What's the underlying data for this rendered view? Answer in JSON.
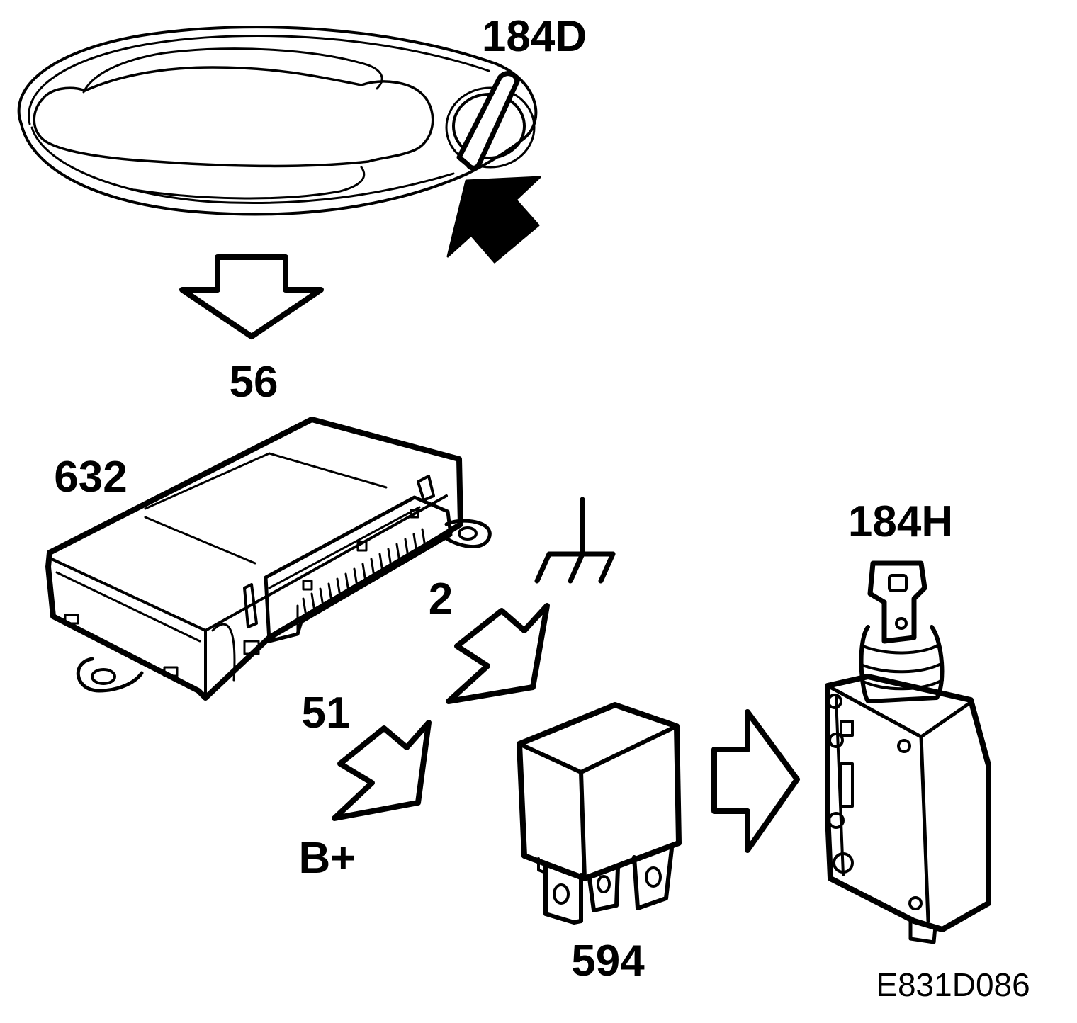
{
  "labels": {
    "door_lock": "184D",
    "control_unit_input": "56",
    "control_unit": "632",
    "control_unit_output": "2",
    "ground_pin": "51",
    "supply": "B+",
    "relay": "594",
    "actuator": "184H"
  },
  "reference_code": "E831D086",
  "colors": {
    "ink": "#000000",
    "paper": "#ffffff"
  }
}
